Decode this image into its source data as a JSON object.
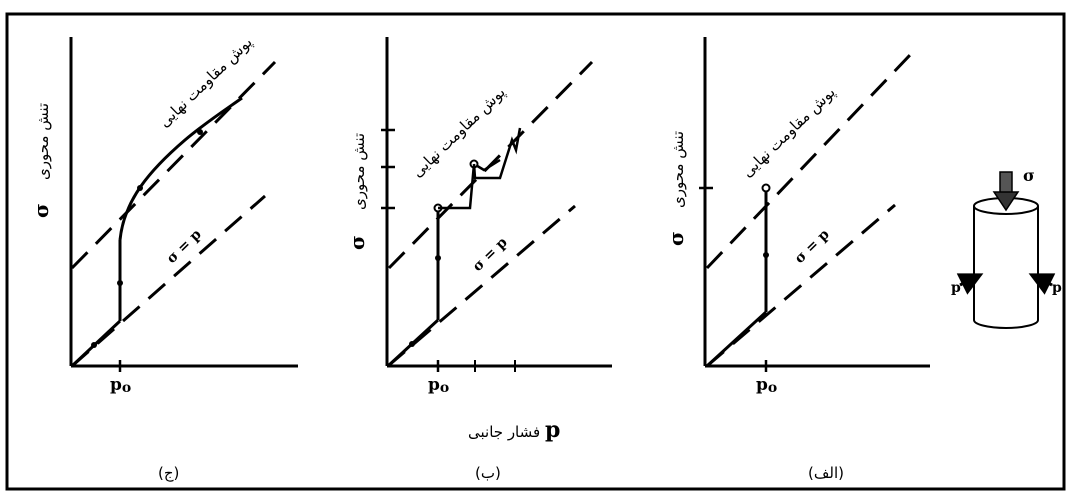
{
  "labels": {
    "envelope": "پوش مقاومت نهایی",
    "axial_stress": "تنش محوری",
    "sigma": "σ",
    "sigma_eq_p": "σ = p",
    "p0": "p",
    "p0_sub": "o",
    "lateral_pressure": "فشار جانبی",
    "p_symbol": "p"
  },
  "panels": {
    "alef": "(الف)",
    "be": "(ب)",
    "jim": "(ج)"
  },
  "specimen": {
    "sigma": "σ",
    "p_left": "p",
    "p_right": "p"
  }
}
